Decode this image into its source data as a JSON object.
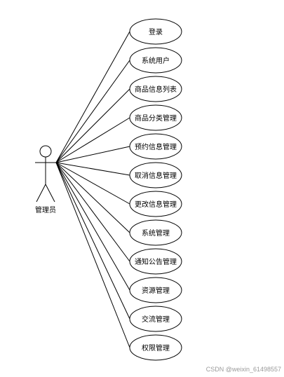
{
  "actor": {
    "label": "管理员"
  },
  "use_cases": [
    "登录",
    "系统用户",
    "商品信息列表",
    "商品分类管理",
    "预约信息管理",
    "取消信息管理",
    "更改信息管理",
    "系统管理",
    "通知公告管理",
    "资源管理",
    "交流管理",
    "权限管理"
  ],
  "watermark": "CSDN @weixin_61498557"
}
